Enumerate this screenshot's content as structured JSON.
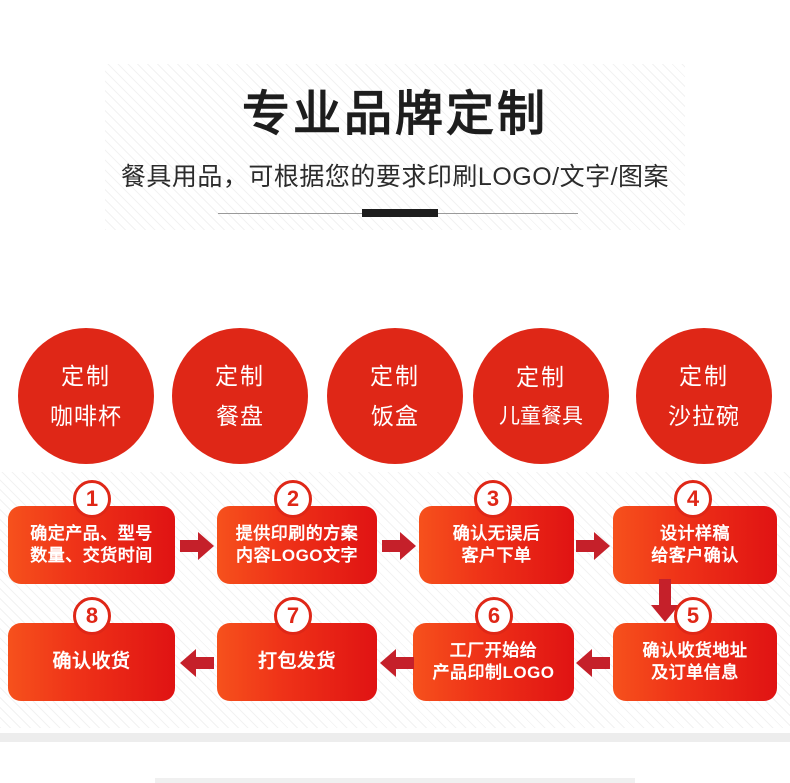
{
  "header": {
    "title": "专业品牌定制",
    "subtitle": "餐具用品，可根据您的要求印刷LOGO/文字/图案"
  },
  "categories": [
    {
      "prefix": "定制",
      "name": "咖啡杯"
    },
    {
      "prefix": "定制",
      "name": "餐盘"
    },
    {
      "prefix": "定制",
      "name": "饭盒"
    },
    {
      "prefix": "定制",
      "name": "儿童餐具"
    },
    {
      "prefix": "定制",
      "name": "沙拉碗"
    }
  ],
  "process": {
    "row1": [
      {
        "number": "1",
        "line1": "确定产品、型号",
        "line2": "数量、交货时间"
      },
      {
        "number": "2",
        "line1": "提供印刷的方案",
        "line2": "内容LOGO文字"
      },
      {
        "number": "3",
        "line1": "确认无误后",
        "line2": "客户下单"
      },
      {
        "number": "4",
        "line1": "设计样稿",
        "line2": "给客户确认"
      }
    ],
    "row2": [
      {
        "number": "8",
        "line1": "确认收货",
        "line2": ""
      },
      {
        "number": "7",
        "line1": "打包发货",
        "line2": ""
      },
      {
        "number": "6",
        "line1": "工厂开始给",
        "line2": "产品印制LOGO"
      },
      {
        "number": "5",
        "line1": "确认收货地址",
        "line2": "及订单信息"
      }
    ]
  },
  "colors": {
    "brand_red": "#df2717",
    "box_gradient_start": "#f6511c",
    "box_gradient_end": "#e01313",
    "arrow_red": "#c5202a",
    "accent_dark": "#1d1d1d"
  }
}
